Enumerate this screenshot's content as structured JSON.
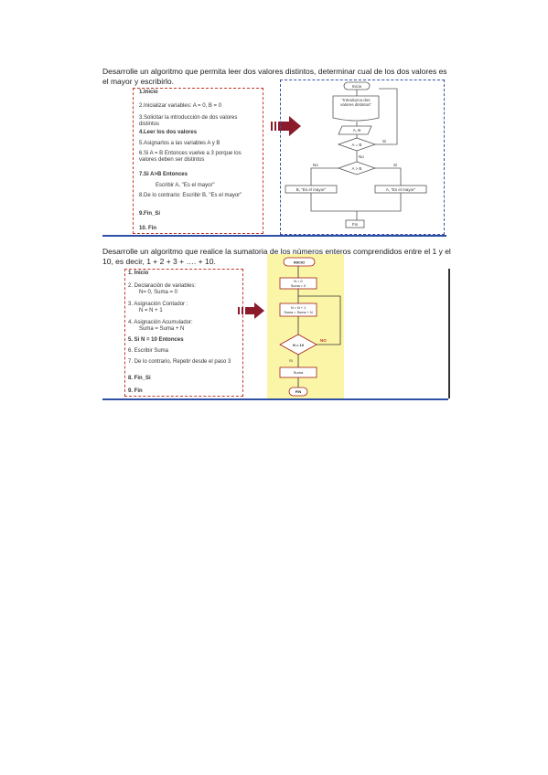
{
  "exercise1": {
    "intro": "Desarrolle un algoritmo que permita leer dos valores distintos, determinar cual de los dos valores es el mayor y escribirlo.",
    "steps": [
      "1.Inicio",
      "2.Inicializar variables: A = 0, B = 0",
      "3.Solicitar la introducción de dos valores distintos",
      "4.Leer los dos valores",
      "5.Asignarlos a las variables A y B",
      "6.Si A = B Entonces vuelve a 3 porque los valores deben ser distintos",
      "7.Si A>B Entonces",
      "Escribir A, \"Es el mayor\"",
      "8.De lo contrario: Escribir B, \"Es el mayor\"",
      "9.Fin_Si",
      "10. Fin"
    ],
    "flow": {
      "start": "Inicio",
      "prompt": "\"Introduzca dos valores distintos\"",
      "read": "A, B",
      "cond1": "A = B",
      "cond1_yes": "Si",
      "cond2": "A > B",
      "cond2_no": "No",
      "cond2_yes": "Si",
      "out_b": "B, \"Es el mayor\"",
      "out_a": "A, \"Es el mayor\"",
      "no_label": "No",
      "end": "Fin"
    }
  },
  "exercise2": {
    "intro": "Desarrolle un algoritmo que realice la sumatoria de los números enteros comprendidos entre el 1 y el 10, es decir, 1 + 2 + 3 + …. + 10.",
    "steps": [
      "1. Inicio",
      "2. Declaración de variables:",
      "N= 0, Suma = 0",
      "3. Asignación Contador :",
      "N = N + 1",
      "4. Asignación Acumulador:",
      "Suma = Suma + N",
      "5. Si N = 10 Entonces",
      "6.    Escribir Suma",
      "7. De lo contrario, Repetir desde el paso 3",
      "8. Fin_Si",
      "9. Fin"
    ],
    "flow": {
      "start": "INICIO",
      "init": "N = 0\nSuma = 0",
      "assign": "N = N + 1\nSuma = Suma + N",
      "cond": "N = 10",
      "no": "NO",
      "yes": "SI",
      "out": "Suma",
      "end": "FIN"
    }
  },
  "colors": {
    "red": "#c0392b",
    "arrow": "#8b1a2b",
    "blue": "#2d4fa5",
    "yellow": "#fbf6a7"
  }
}
